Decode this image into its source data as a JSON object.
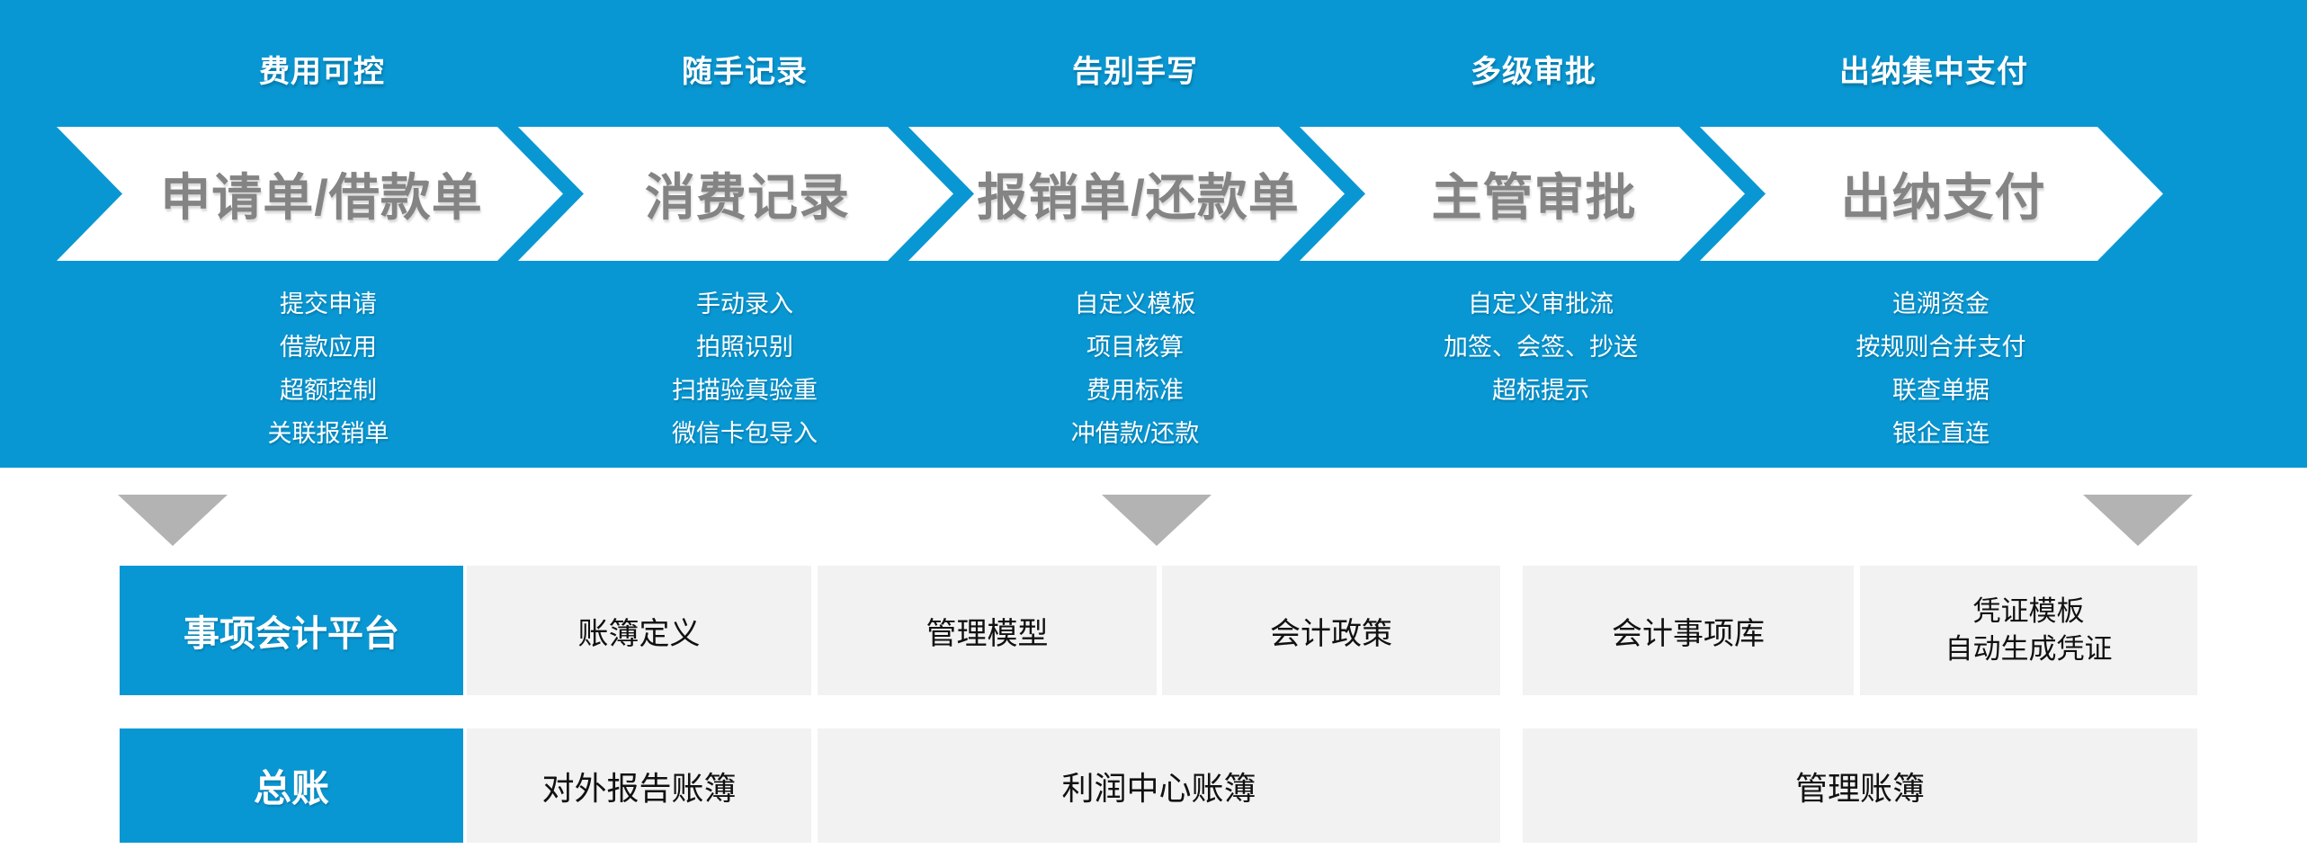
{
  "colors": {
    "banner_blue": "#0997d3",
    "arrow_fill": "#ffffff",
    "arrow_text": "#848484",
    "label_text": "#ffffff",
    "triangle_gray": "#b3b3b3",
    "cell_bg": "#f2f2f2",
    "cell_text": "#111111"
  },
  "process_columns": [
    {
      "label": "费用可控",
      "arrow": "申请单/借款单",
      "items": [
        "提交申请",
        "借款应用",
        "超额控制",
        "关联报销单"
      ]
    },
    {
      "label": "随手记录",
      "arrow": "消费记录",
      "items": [
        "手动录入",
        "拍照识别",
        "扫描验真验重",
        "微信卡包导入"
      ]
    },
    {
      "label": "告别手写",
      "arrow": "报销单/还款单",
      "items": [
        "自定义模板",
        "项目核算",
        "费用标准",
        "冲借款/还款"
      ]
    },
    {
      "label": "多级审批",
      "arrow": "主管审批",
      "items": [
        "自定义审批流",
        "加签、会签、抄送",
        "超标提示"
      ]
    },
    {
      "label": "出纳集中支付",
      "arrow": "出纳支付",
      "items": [
        "追溯资金",
        "按规则合并支付",
        "联查单据",
        "银企直连"
      ]
    }
  ],
  "platform_row": {
    "header": "事项会计平台",
    "cells": [
      "账簿定义",
      "管理模型",
      "会计政策",
      "会计事项库",
      "凭证模板\n自动生成凭证"
    ]
  },
  "ledger_row": {
    "header": "总账",
    "cells": [
      "对外报告账簿",
      "利润中心账簿",
      "管理账簿"
    ]
  }
}
